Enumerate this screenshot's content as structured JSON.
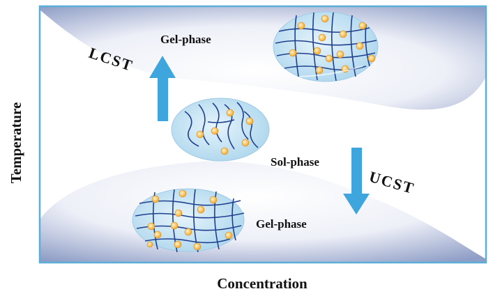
{
  "labels": {
    "gel_top": "Gel-phase",
    "gel_bottom": "Gel-phase",
    "sol": "Sol-phase",
    "lcst": "LCST",
    "ucst": "UCST",
    "x_axis": "Concentration",
    "y_axis": "Temperature"
  },
  "colors": {
    "frame": "#5aaed8",
    "region_dark": "#8f9ec6",
    "region_light": "#ffffff",
    "arrow": "#3fa6dd",
    "ellipse_fill": "#bfe2f3",
    "polymer": "#1f3f8f",
    "particle": "#f3b23a"
  },
  "icons": {
    "gel_top": "crosslinked-network-icon",
    "gel_bottom": "crosslinked-network-icon",
    "sol": "dispersed-chains-icon",
    "arrow_up": "arrow-up-icon",
    "arrow_down": "arrow-down-icon"
  }
}
